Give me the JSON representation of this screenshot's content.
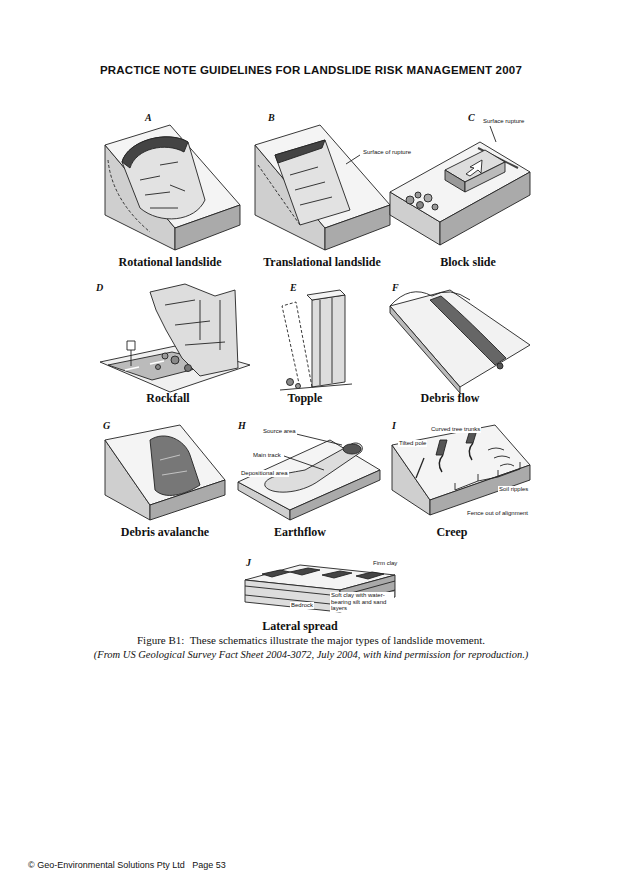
{
  "diagram": {
    "title": "PRACTICE NOTE GUIDELINES FOR LANDSLIDE RISK MANAGEMENT 2007",
    "caption": "Figure B1:  These schematics illustrate the major types of landslide movement.",
    "labels": [
      "A",
      "B",
      "Surface of rupture",
      "C",
      "Surface rupture",
      "Rotational landslide",
      "Translational landslide",
      "Block slide",
      "D",
      "E",
      "F",
      "Rockfall",
      "Topple",
      "Debris flow",
      "G",
      "H",
      "Source area",
      "Main track",
      "Depositional area",
      "I",
      "Curved tree trunks",
      "Tilted pole",
      "Soil ripples",
      "Fence out of alignment",
      "Debris avalanche",
      "Earthflow",
      "Creep",
      "J",
      "Firm clay",
      "Soft clay with water-bearing silt and sand layers",
      "Bedrock",
      "Lateral spread",
      "(From US Geological Survey Fact Sheet 2004-3072, July 2004, with kind permission for reproduction.)",
      "© Geo-Environmental Solutions Pty Ltd   Page 53"
    ]
  }
}
